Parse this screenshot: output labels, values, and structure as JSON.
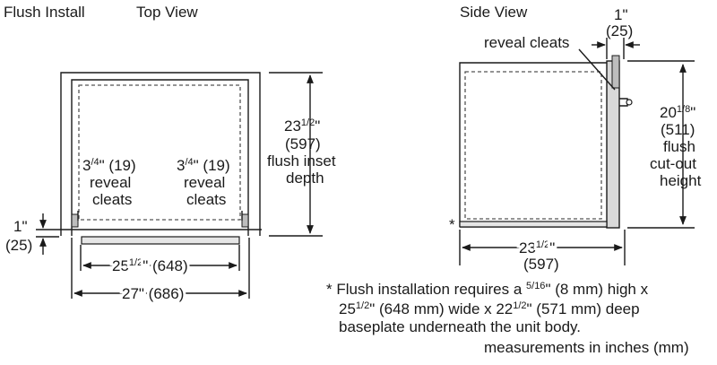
{
  "titles": {
    "flush_install": "Flush Install",
    "top_view": "Top View",
    "side_view": "Side View"
  },
  "top_view": {
    "reveal_left": {
      "pre": "3",
      "sup": "/4",
      "post": "\" (19)",
      "line2": "reveal",
      "line3": "cleats"
    },
    "reveal_right": {
      "pre": "3",
      "sup": "/4",
      "post": "\" (19)",
      "line2": "reveal",
      "line3": "cleats"
    },
    "depth": {
      "pre": "23",
      "sup": "1/2",
      "post": "\"",
      "line2": "(597)",
      "line3": "flush inset",
      "line4": "depth"
    },
    "gap": {
      "line1": "1\"",
      "line2": "(25)"
    },
    "inner_width": {
      "pre": "25",
      "sup": "1/2",
      "post": "\" (648)"
    },
    "outer_width": {
      "text": "27\" (686)"
    }
  },
  "side_view": {
    "top_gap": {
      "line1": "1\"",
      "line2": "(25)"
    },
    "reveal_cleats": "reveal cleats",
    "height": {
      "pre": "20",
      "sup": "1/8",
      "post": "\"",
      "line2": "(511)",
      "line3": "flush",
      "line4": "cut-out",
      "line5": "height"
    },
    "depth": {
      "pre": "23",
      "sup": "1/2",
      "post": "\"",
      "line2": "(597)"
    },
    "asterisk": "*"
  },
  "footnote": {
    "line1_pre": "* Flush installation requires a ",
    "line1_sup": "5/16",
    "line1_post": "\" (8 mm) high x",
    "line2_pre": "25",
    "line2_sup": "1/2",
    "line2_mid": "\" (648 mm) wide x 22",
    "line2_sup2": "1/2",
    "line2_post": "\" (571 mm) deep",
    "line3": "baseplate underneath the unit body."
  },
  "units_note": "measurements in inches (mm)"
}
